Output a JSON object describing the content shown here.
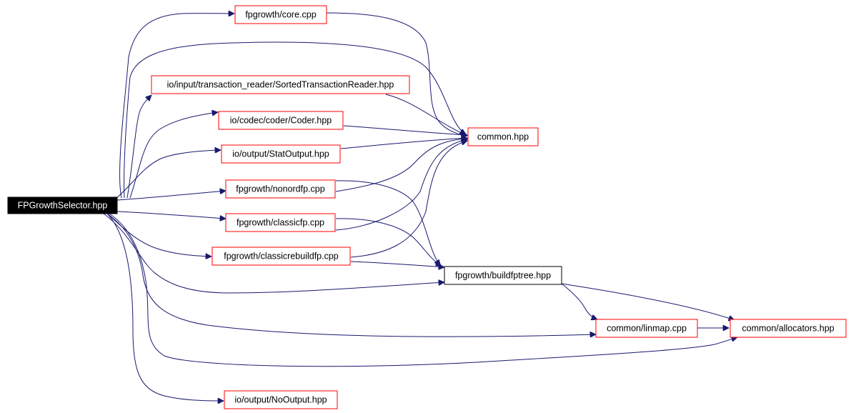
{
  "colors": {
    "edge": "#191970",
    "linked_node_border": "#ff0000",
    "plain_node_border": "#000000",
    "root_node_fill": "#000000",
    "root_node_text": "#ffffff"
  },
  "nodes": {
    "root": "FPGrowthSelector.hpp",
    "core_cpp": "fpgrowth/core.cpp",
    "sorted_reader": "io/input/transaction_reader/SortedTransactionReader.hpp",
    "coder": "io/codec/coder/Coder.hpp",
    "stat_output": "io/output/StatOutput.hpp",
    "nonordfp": "fpgrowth/nonordfp.cpp",
    "classicfp": "fpgrowth/classicfp.cpp",
    "classicrebuildfp": "fpgrowth/classicrebuildfp.cpp",
    "common": "common.hpp",
    "buildfptree": "fpgrowth/buildfptree.hpp",
    "linmap": "common/linmap.cpp",
    "allocators": "common/allocators.hpp",
    "no_output": "io/output/NoOutput.hpp"
  }
}
